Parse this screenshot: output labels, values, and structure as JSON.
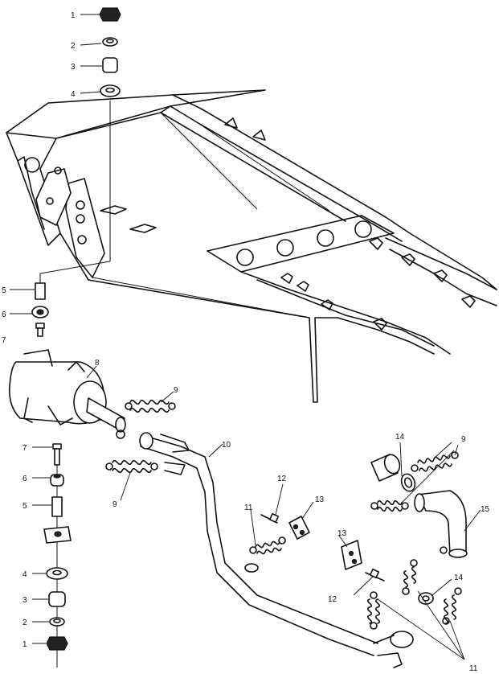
{
  "callouts": [
    {
      "id": "c1a",
      "text": "1"
    },
    {
      "id": "c2a",
      "text": "2"
    },
    {
      "id": "c3a",
      "text": "3"
    },
    {
      "id": "c4a",
      "text": "4"
    },
    {
      "id": "c5a",
      "text": "5"
    },
    {
      "id": "c6a",
      "text": "6"
    },
    {
      "id": "c7a",
      "text": "7"
    },
    {
      "id": "c8",
      "text": "8"
    },
    {
      "id": "c9a",
      "text": "9"
    },
    {
      "id": "c9b",
      "text": "9"
    },
    {
      "id": "c9c",
      "text": "9"
    },
    {
      "id": "c10",
      "text": "10"
    },
    {
      "id": "c7b",
      "text": "7"
    },
    {
      "id": "c6b",
      "text": "6"
    },
    {
      "id": "c5b",
      "text": "5"
    },
    {
      "id": "c4b",
      "text": "4"
    },
    {
      "id": "c3b",
      "text": "3"
    },
    {
      "id": "c2b",
      "text": "2"
    },
    {
      "id": "c1b",
      "text": "1"
    },
    {
      "id": "c14a",
      "text": "14"
    },
    {
      "id": "c14b",
      "text": "14"
    },
    {
      "id": "c15",
      "text": "15"
    },
    {
      "id": "c12a",
      "text": "12"
    },
    {
      "id": "c12b",
      "text": "12"
    },
    {
      "id": "c13a",
      "text": "13"
    },
    {
      "id": "c13b",
      "text": "13"
    },
    {
      "id": "c11a",
      "text": "11"
    },
    {
      "id": "c11b",
      "text": "11"
    }
  ]
}
